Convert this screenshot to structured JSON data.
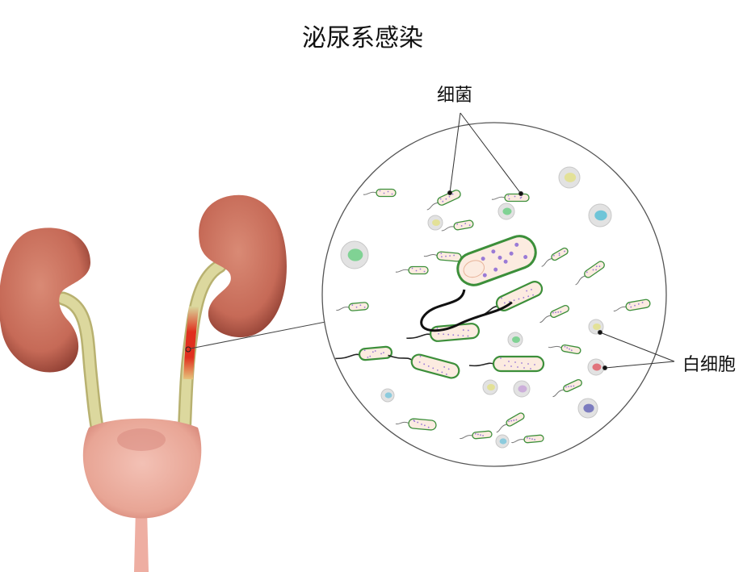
{
  "title": "泌尿系感染",
  "labels": {
    "bacteria": "细菌",
    "white_blood_cells": "白细胞"
  },
  "colors": {
    "kidney": "#c96e5c",
    "ureter": "#d9d59a",
    "bladder": "#eeaea2",
    "inflammation": "#e0301e",
    "bacteria_outline": "#3c8f3a",
    "bacteria_fill": "#fcebe0"
  }
}
